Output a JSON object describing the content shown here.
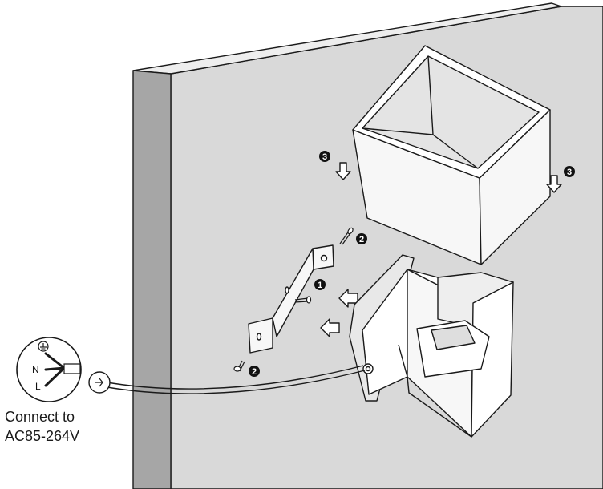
{
  "connection": {
    "line1": "Connect to",
    "line2": "AC85-264V",
    "neutral_label": "N",
    "live_label": "L",
    "ground_symbol": "ground-icon"
  },
  "steps": {
    "step1": "1",
    "step2": "2",
    "step3": "3"
  },
  "colors": {
    "wall_face": "#d9d9d9",
    "wall_edge": "#a6a6a6",
    "line": "#1a1a1a",
    "badge": "#111111",
    "housing_face": "#f7f7f7"
  }
}
